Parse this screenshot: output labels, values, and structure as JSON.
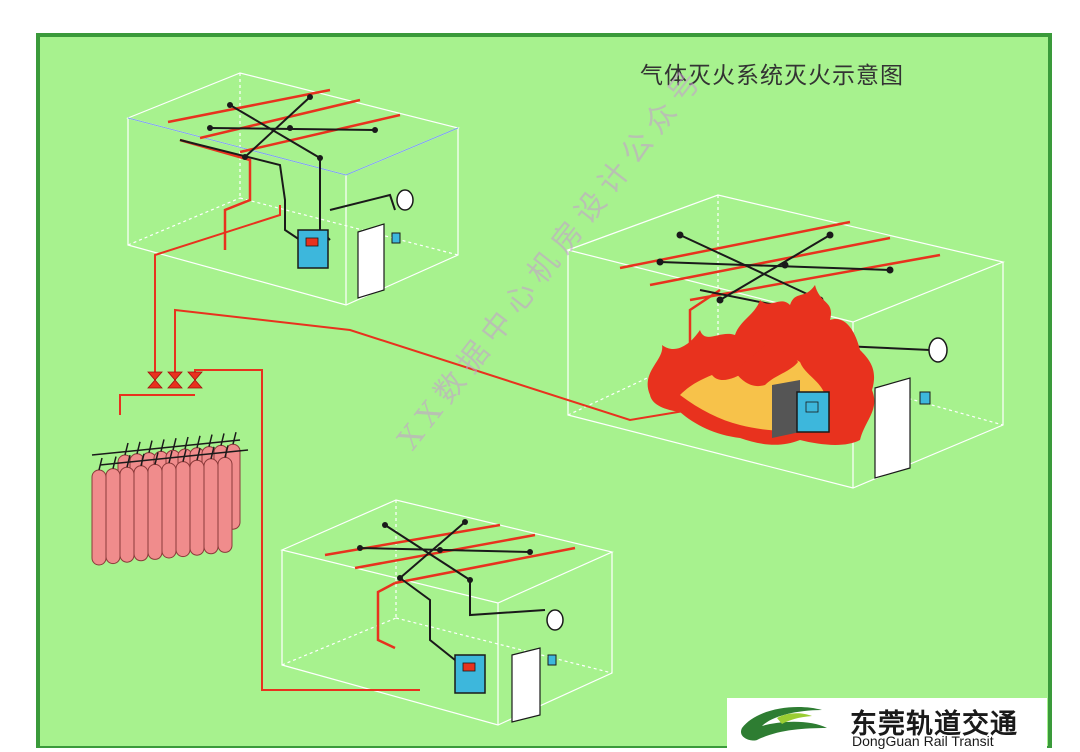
{
  "diagram": {
    "title": "气体灭火系统灭火示意图",
    "watermark": "XX数据中心机房设计公众号"
  },
  "logo": {
    "name_cn": "东莞轨道交通",
    "name_en": "DongGuan Rail Transit"
  },
  "colors": {
    "background": "#a7f28e",
    "frame": "#3a9a3a",
    "pipe_red": "#e8321e",
    "cylinder": "#f08c8c",
    "panel": "#3db7dc",
    "flame_outer": "#e8321e",
    "flame_inner": "#f7c24a"
  },
  "components": {
    "rooms": [
      "top-left-room",
      "right-room-on-fire",
      "bottom-room"
    ],
    "cylinder_bank": "agent-cylinder-bank",
    "valves": 3
  }
}
